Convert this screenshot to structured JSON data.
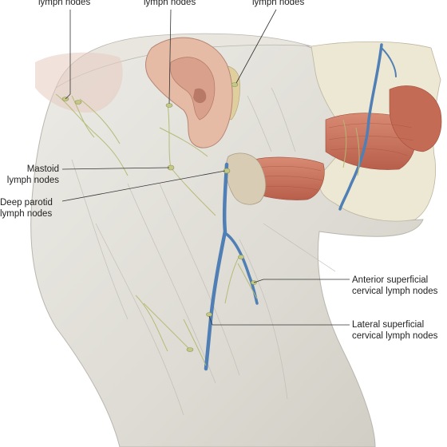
{
  "labels": {
    "occipital": [
      "lymph nodes"
    ],
    "retroauricular": [
      "lymph nodes"
    ],
    "parotid": [
      "lymph nodes"
    ],
    "mastoid": [
      "Mastoid",
      "lymph nodes"
    ],
    "deep_parotid": [
      "Deep parotid",
      "lymph nodes"
    ],
    "anterior_superficial": [
      "Anterior superficial",
      "cervical lymph nodes"
    ],
    "lateral_superficial": [
      "Lateral superficial",
      "cervical lymph nodes"
    ]
  },
  "colors": {
    "skin": "#e4e2dc",
    "muscle": "#c9735e",
    "bone": "#ece8d4",
    "vein": "#4f7fb5",
    "lymph": "#b7bd7a",
    "ear": "#e4b8a4",
    "gland": "#d9ccb4",
    "leader": "#333333"
  }
}
